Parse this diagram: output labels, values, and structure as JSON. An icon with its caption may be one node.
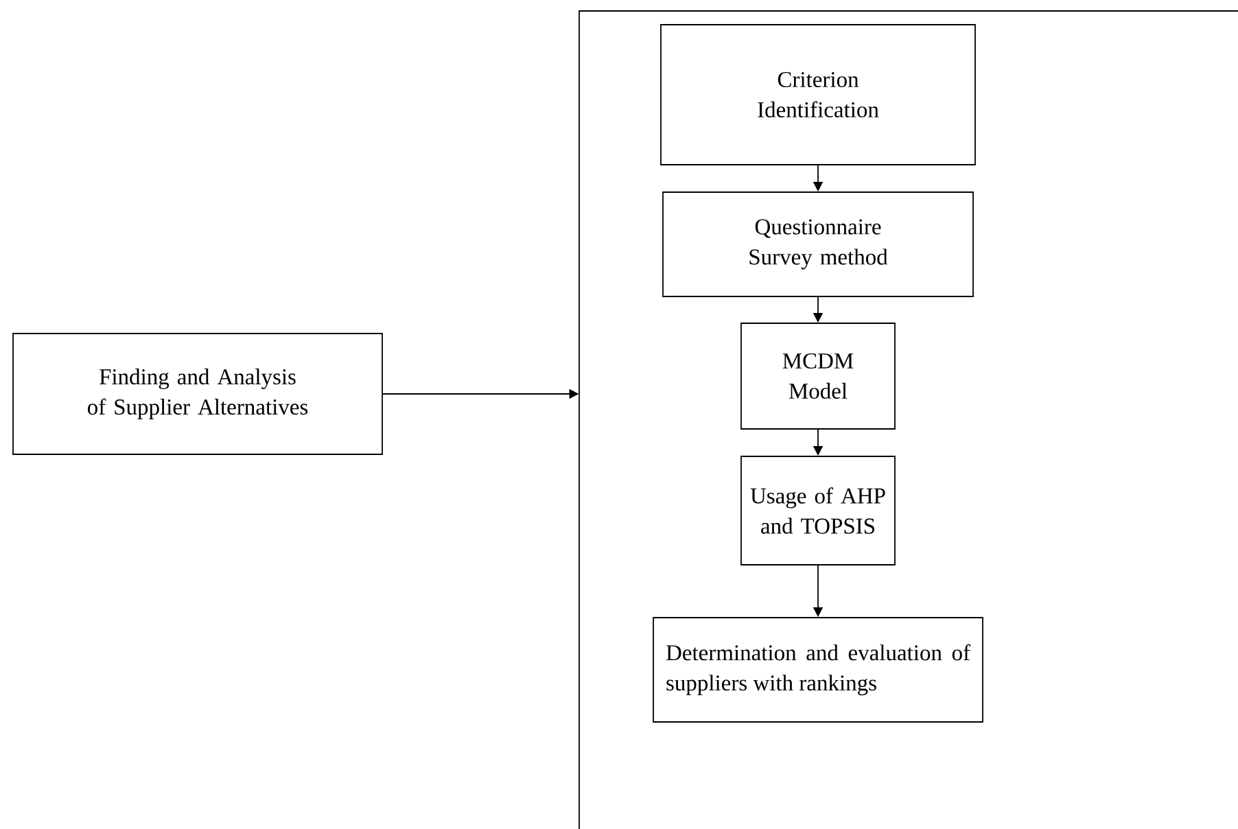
{
  "diagram": {
    "nodes": [
      {
        "text": [
          "Finding and Analysis of Supplier Alternatives"
        ]
      },
      {
        "text": [],
        "shape": "box"
      },
      {
        "text": [
          "Criterion Identification"
        ],
        "in": 1
      },
      {
        "text": [
          "Questionnaire Survey method"
        ],
        "in": 1
      },
      {
        "text": [
          "MCDM Model"
        ],
        "in": 1
      },
      {
        "text": [
          "Usage of AHP and TOPSIS"
        ],
        "in": 1
      },
      {
        "text": [
          "Determination and evaluation of suppliers with rankings"
        ],
        "in": 1
      }
    ],
    "edges": [
      {
        "from": 0,
        "to": 1,
        "arrow": "to"
      },
      {
        "from": 2,
        "to": 3,
        "arrow": "to"
      },
      {
        "from": 3,
        "to": 4,
        "arrow": "to"
      },
      {
        "from": 4,
        "to": 5,
        "arrow": "to"
      },
      {
        "from": 5,
        "to": 6,
        "arrow": "to"
      }
    ]
  }
}
